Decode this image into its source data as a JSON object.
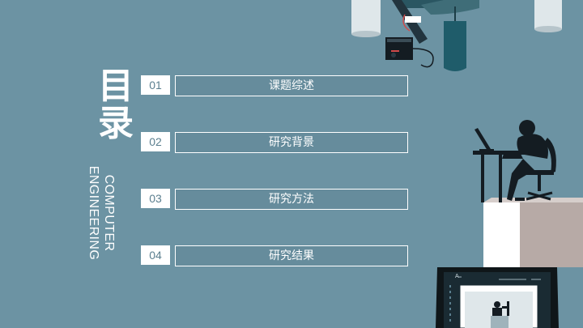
{
  "title": {
    "char1": "目",
    "char2": "录"
  },
  "subtitle": "COMPUTER ENGINEERING",
  "menu": [
    {
      "num": "01",
      "label": "课题综述"
    },
    {
      "num": "02",
      "label": "研究背景"
    },
    {
      "num": "03",
      "label": "研究方法"
    },
    {
      "num": "04",
      "label": "研究结果"
    }
  ],
  "monitor_label": "A",
  "colors": {
    "background": "#6c93a3",
    "text": "#ffffff",
    "number_text": "#5b7f8f",
    "silhouette": "#141c22",
    "teal": "#1f5c6a"
  }
}
